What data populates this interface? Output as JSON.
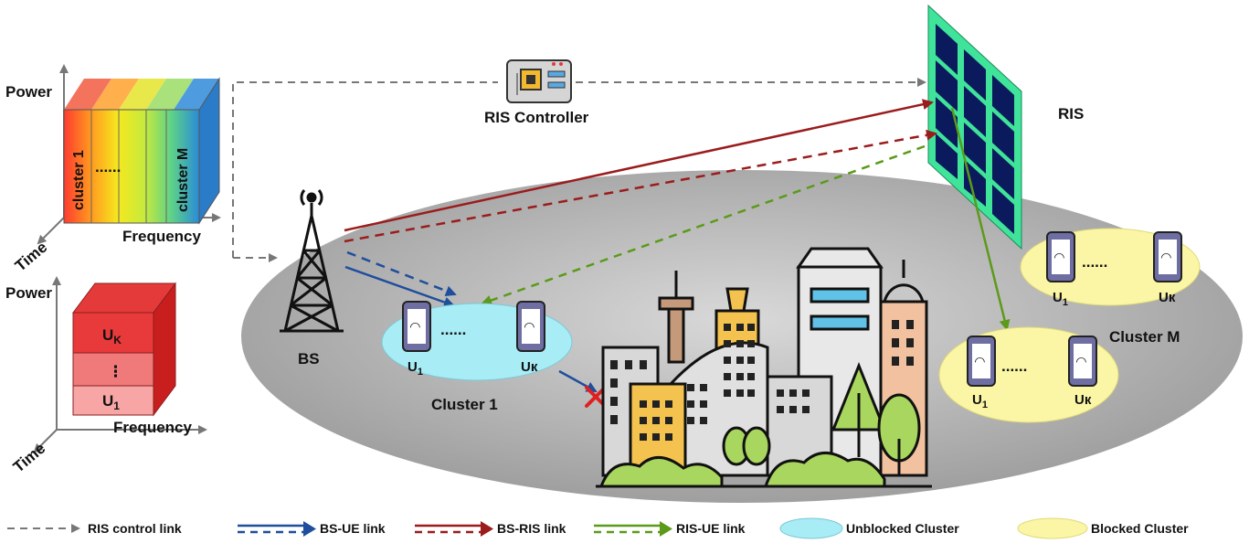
{
  "labels": {
    "power_top": "Power",
    "time_top": "Time",
    "frequency_top": "Frequency",
    "cluster1_band": "cluster 1",
    "clusterM_band": "cluster M",
    "dots_band": "......",
    "power_bottom": "Power",
    "time_bottom": "Time",
    "frequency_bottom": "Frequency",
    "stack_top": "U",
    "stack_top_sub": "K",
    "stack_mid": "⋮",
    "stack_bottom": "U",
    "stack_bottom_sub": "1",
    "bs": "BS",
    "ris": "RIS",
    "ris_controller": "RIS Controller",
    "cluster1": "Cluster 1",
    "clusterM": "Cluster M",
    "u": "U",
    "u1_sub": "1",
    "uk": "Uк",
    "dots": "......"
  },
  "legend": {
    "ris_control": "RIS control link",
    "bs_ue": "BS-UE link",
    "bs_ris": "BS-RIS link",
    "ris_ue": "RIS-UE link",
    "unblocked": "Unblocked Cluster",
    "blocked": "Blocked Cluster"
  },
  "colors": {
    "control_link": "#777777",
    "bs_ue_link": "#1f4e9c",
    "bs_ris_link": "#9b1c1c",
    "ris_ue_link": "#5b9a1a",
    "unblocked_cluster": "#a8ecf5",
    "blocked_cluster": "#fbf6a6",
    "ris_panel": "#3fe39a",
    "ris_element": "#0b1a5c"
  }
}
